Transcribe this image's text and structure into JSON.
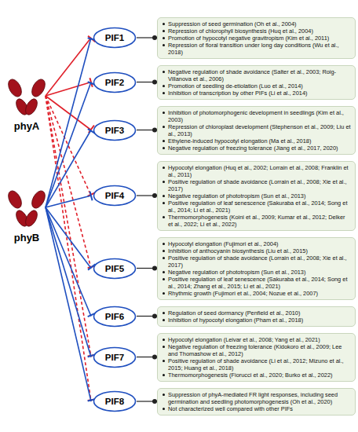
{
  "diagram": {
    "nodes": [
      {
        "text": [
          "phyA"
        ]
      },
      {
        "text": [
          "phyB"
        ]
      },
      {
        "text": [
          "PIF1"
        ]
      },
      {
        "text": [
          "Suppression of seed germination (Oh et al., 2004)",
          "Repression of chlorophyll biosynthesis (Huq et al., 2004)",
          "Promotion of hypocotyl negative gravitropism (Kim et al., 2011)",
          "Repression of floral transition under long day conditions (Wu et al., 2018)"
        ]
      },
      {
        "text": [
          "PIF2"
        ]
      },
      {
        "text": [
          "Negative regulation of shade avoidance (Salter et al., 2003; Roig-Villanova et al., 2006)",
          "Promotion of seedling de-etiolation (Luo et al., 2014)",
          "Inhibition of transcription by other PIFs (Li et al., 2014)"
        ]
      },
      {
        "text": [
          "PIF3"
        ]
      },
      {
        "text": [
          "Inhibition of photomorphogenic development in seedlings (Kim et al., 2003)",
          "Repression of chloroplast development (Stephenson et al., 2009; Liu et al., 2013)",
          "Ethylene-induced hypocotyl elongation (Ma et al., 2018)",
          "Negative regulation of freezing tolerance (Jiang et al., 2017, 2020)"
        ]
      },
      {
        "text": [
          "PIF4"
        ]
      },
      {
        "text": [
          "Hypocotyl elongation (Huq et al., 2002; Lorrain et al., 2008; Franklin et al., 2011)",
          "Positive regulation of shade avoidance (Lorrain et al., 2008; Xie et al., 2017)",
          "Negative regulation of phototropism (Sun et al., 2013)",
          "Positive regulation of leaf senescence (Sakuraba et al., 2014; Song et al., 2014; Li et al., 2021)",
          "Thermomorphogenesis (Koini et al., 2009; Kumar et al., 2012; Delker et al., 2022; Li et al., 2022)"
        ]
      },
      {
        "text": [
          "PIF5"
        ]
      },
      {
        "text": [
          "Hypocotyl elongation (Fujimori et al., 2004)",
          "Inhibition of anthocyanin biosynthesis (Liu et al., 2015)",
          "Positive regulation of shade avoidance (Lorrain et al., 2008; Xie et al., 2017)",
          "Negative regulation of phototropism (Sun et al., 2013)",
          "Positive regulation of leaf senescence (Sakuraba et al., 2014; Song et al., 2014; Zhang et al., 2015; Li et al., 2021)",
          "Rhythmic growth (Fujimori et al., 2004; Nozue et al., 2007)"
        ]
      },
      {
        "text": [
          "PIF6"
        ]
      },
      {
        "text": [
          "Regulation of seed dormancy (Penfield et al., 2010)",
          "Inhibition of hypocotyl elongation (Pham et al., 2018)"
        ]
      },
      {
        "text": [
          "PIF7"
        ]
      },
      {
        "text": [
          "Hypocotyl elongation (Leivar et al., 2008; Yang et al., 2021)",
          "Negative regulation of freezing tolerance (Kidokoro et al., 2009; Lee and Thomashow et al., 2012)",
          "Positive regulation of shade avoidance (Li et al., 2012; Mizuno et al., 2015; Huang et al., 2018)",
          "Thermomorphogenesis (Fiorucci et al., 2020; Burko et al., 2022)"
        ]
      },
      {
        "text": [
          "PIF8"
        ]
      },
      {
        "text": [
          "Suppression of phyA-mediated FR light responses, including seed germination and seedling photomorphogenesis (Oh et al., 2020)",
          "Not characterized well compared with other PIFs"
        ]
      }
    ],
    "edges": [
      {
        "from": 0,
        "to": 2,
        "arrow": "to"
      },
      {
        "from": 0,
        "to": 4,
        "arrow": "to"
      },
      {
        "from": 0,
        "to": 6,
        "arrow": "to"
      },
      {
        "from": 0,
        "to": 8,
        "arrow": "to"
      },
      {
        "from": 0,
        "to": 10,
        "arrow": "to"
      },
      {
        "from": 0,
        "to": 14,
        "arrow": "to"
      },
      {
        "from": 0,
        "to": 16,
        "arrow": "to"
      },
      {
        "from": 1,
        "to": 2,
        "arrow": "to"
      },
      {
        "from": 1,
        "to": 4,
        "arrow": "to"
      },
      {
        "from": 1,
        "to": 6,
        "arrow": "to"
      },
      {
        "from": 1,
        "to": 8,
        "arrow": "to"
      },
      {
        "from": 1,
        "to": 10,
        "arrow": "to"
      },
      {
        "from": 1,
        "to": 12,
        "arrow": "to"
      },
      {
        "from": 1,
        "to": 14,
        "arrow": "to"
      },
      {
        "from": 1,
        "to": 16,
        "arrow": "to"
      },
      {
        "from": 2,
        "to": 3,
        "arrow": "to"
      },
      {
        "from": 4,
        "to": 5,
        "arrow": "to"
      },
      {
        "from": 6,
        "to": 7,
        "arrow": "to"
      },
      {
        "from": 8,
        "to": 9,
        "arrow": "to"
      },
      {
        "from": 10,
        "to": 11,
        "arrow": "to"
      },
      {
        "from": 12,
        "to": 13,
        "arrow": "to"
      },
      {
        "from": 14,
        "to": 15,
        "arrow": "to"
      },
      {
        "from": 16,
        "to": 17,
        "arrow": "to"
      }
    ]
  }
}
